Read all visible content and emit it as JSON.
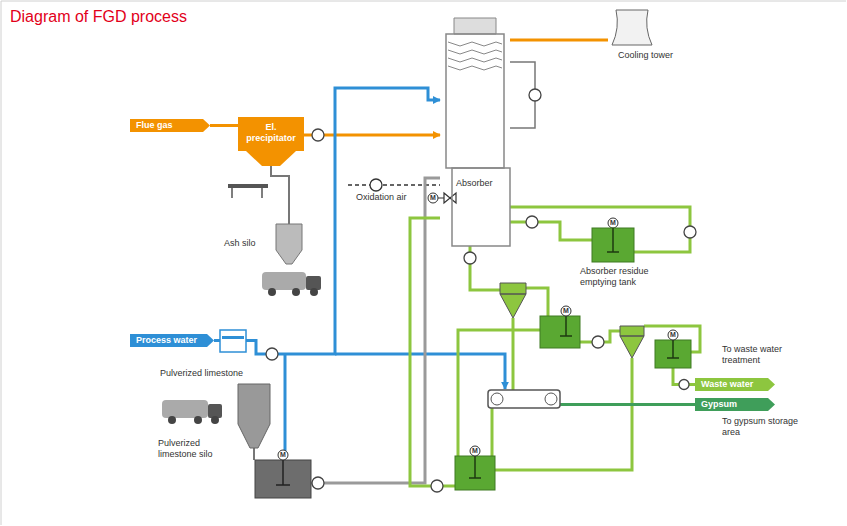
{
  "diagram": {
    "title": "Diagram of FGD process",
    "nodes": [
      {
        "text": [
          "Flue gas"
        ]
      },
      {
        "text": [
          "El. precipitator"
        ]
      },
      {
        "text": [
          "Cooling tower"
        ]
      },
      {
        "text": [
          "Absorber"
        ]
      },
      {
        "text": [
          "Ash silo"
        ]
      },
      {
        "text": [
          "Process water"
        ]
      },
      {
        "text": [
          "Pulverized limestone silo"
        ]
      },
      {
        "text": [
          "Absorber residue emptying tank"
        ]
      },
      {
        "text": [
          "Waste water"
        ]
      },
      {
        "text": [
          "Gypsum"
        ]
      }
    ],
    "edges": [
      {
        "from": 0,
        "to": 1,
        "arrow": "none"
      },
      {
        "from": 1,
        "to": 3,
        "arrow": "to"
      },
      {
        "from": 3,
        "to": 2,
        "arrow": "none"
      },
      {
        "from": 1,
        "to": 4,
        "arrow": "none"
      },
      {
        "from": 5,
        "to": 3,
        "arrow": "to"
      },
      {
        "from": 3,
        "to": 7,
        "arrow": "none"
      },
      {
        "from": 7,
        "to": 3,
        "arrow": "none"
      }
    ],
    "labels": [
      "Pulverized limestone",
      "Oxidation air",
      "To waste water treatment",
      "To gypsum storage area",
      "M",
      "M",
      "M",
      "M",
      "M",
      "M"
    ]
  }
}
